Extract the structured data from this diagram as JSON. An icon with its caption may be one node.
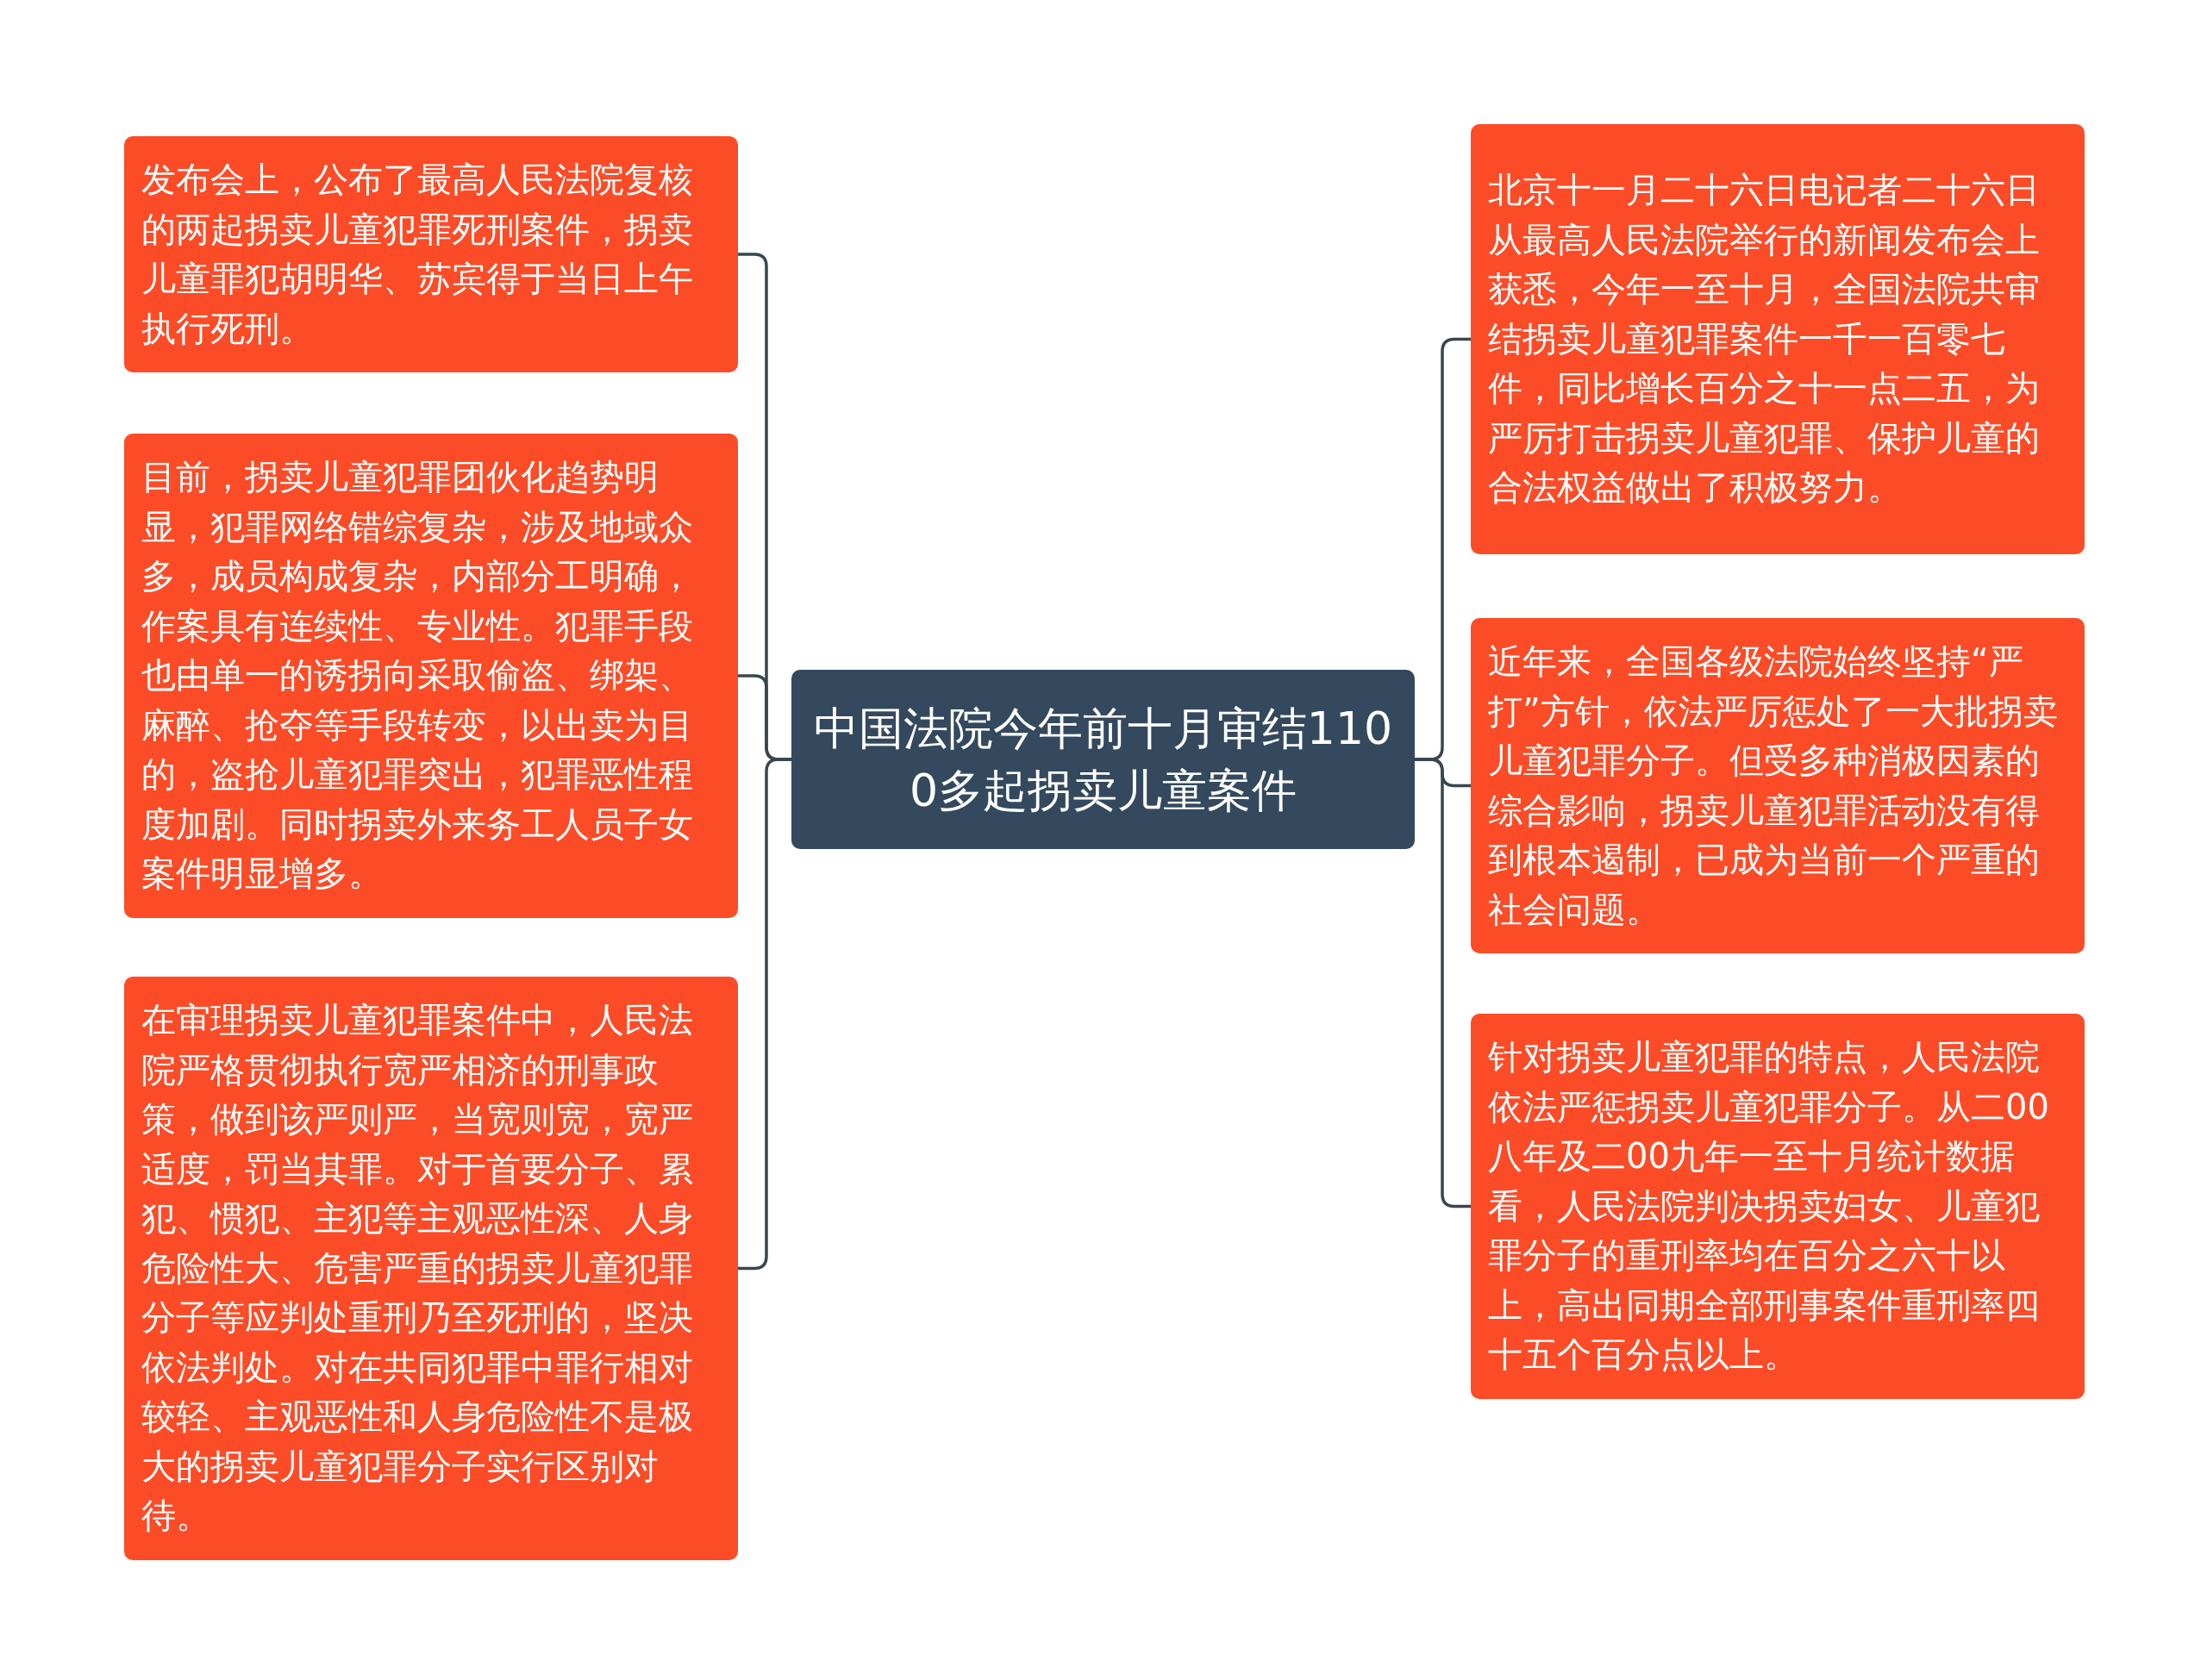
{
  "diagram": {
    "nodes": [
      {
        "text": [
          "中国法院今年前十月审结1100多起拐卖儿童案件"
        ]
      },
      {
        "text": [
          "发布会上，公布了最高人民法院复核的两起拐卖儿童犯罪死刑案件，拐卖儿童罪犯胡明华、苏宾得于当日上午执行死刑。"
        ]
      },
      {
        "text": [
          "目前，拐卖儿童犯罪团伙化趋势明显，犯罪网络错综复杂，涉及地域众多，成员构成复杂，内部分工明确，作案具有连续性、专业性。犯罪手段也由单一的诱拐向采取偷盗、绑架、麻醉、抢夺等手段转变，以出卖为目的，盗抢儿童犯罪突出，犯罪恶性程度加剧。同时拐卖外来务工人员子女案件明显增多。"
        ]
      },
      {
        "text": [
          "在审理拐卖儿童犯罪案件中，人民法院严格贯彻执行宽严相济的刑事政策，做到该严则严，当宽则宽，宽严适度，罚当其罪。对于首要分子、累犯、惯犯、主犯等主观恶性深、人身危险性大、危害严重的拐卖儿童犯罪分子等应判处重刑乃至死刑的，坚决依法判处。对在共同犯罪中罪行相对较轻、主观恶性和人身危险性不是极大的拐卖儿童犯罪分子实行区别对待。"
        ]
      },
      {
        "text": [
          "北京十一月二十六日电记者二十六日从最高人民法院举行的新闻发布会上获悉，今年一至十月，全国法院共审结拐卖儿童犯罪案件一千一百零七件，同比增长百分之十一点二五，为严厉打击拐卖儿童犯罪、保护儿童的合法权益做出了积极努力。"
        ]
      },
      {
        "text": [
          "近年来，全国各级法院始终坚持“严打”方针，依法严厉惩处了一大批拐卖儿童犯罪分子。但受多种消极因素的综合影响，拐卖儿童犯罪活动没有得到根本遏制，已成为当前一个严重的社会问题。"
        ]
      },
      {
        "text": [
          "针对拐卖儿童犯罪的特点，人民法院依法严惩拐卖儿童犯罪分子。从二00八年及二00九年一至十月统计数据看，人民法院判决拐卖妇女、儿童犯罪分子的重刑率均在百分之六十以上，高出同期全部刑事案件重刑率四十五个百分点以上。"
        ]
      }
    ],
    "edges": [
      {
        "from": 0,
        "to": 1,
        "arrow": "none"
      },
      {
        "from": 0,
        "to": 2,
        "arrow": "none"
      },
      {
        "from": 0,
        "to": 3,
        "arrow": "none"
      },
      {
        "from": 0,
        "to": 4,
        "arrow": "none"
      },
      {
        "from": 0,
        "to": 5,
        "arrow": "none"
      },
      {
        "from": 0,
        "to": 6,
        "arrow": "none"
      }
    ]
  }
}
